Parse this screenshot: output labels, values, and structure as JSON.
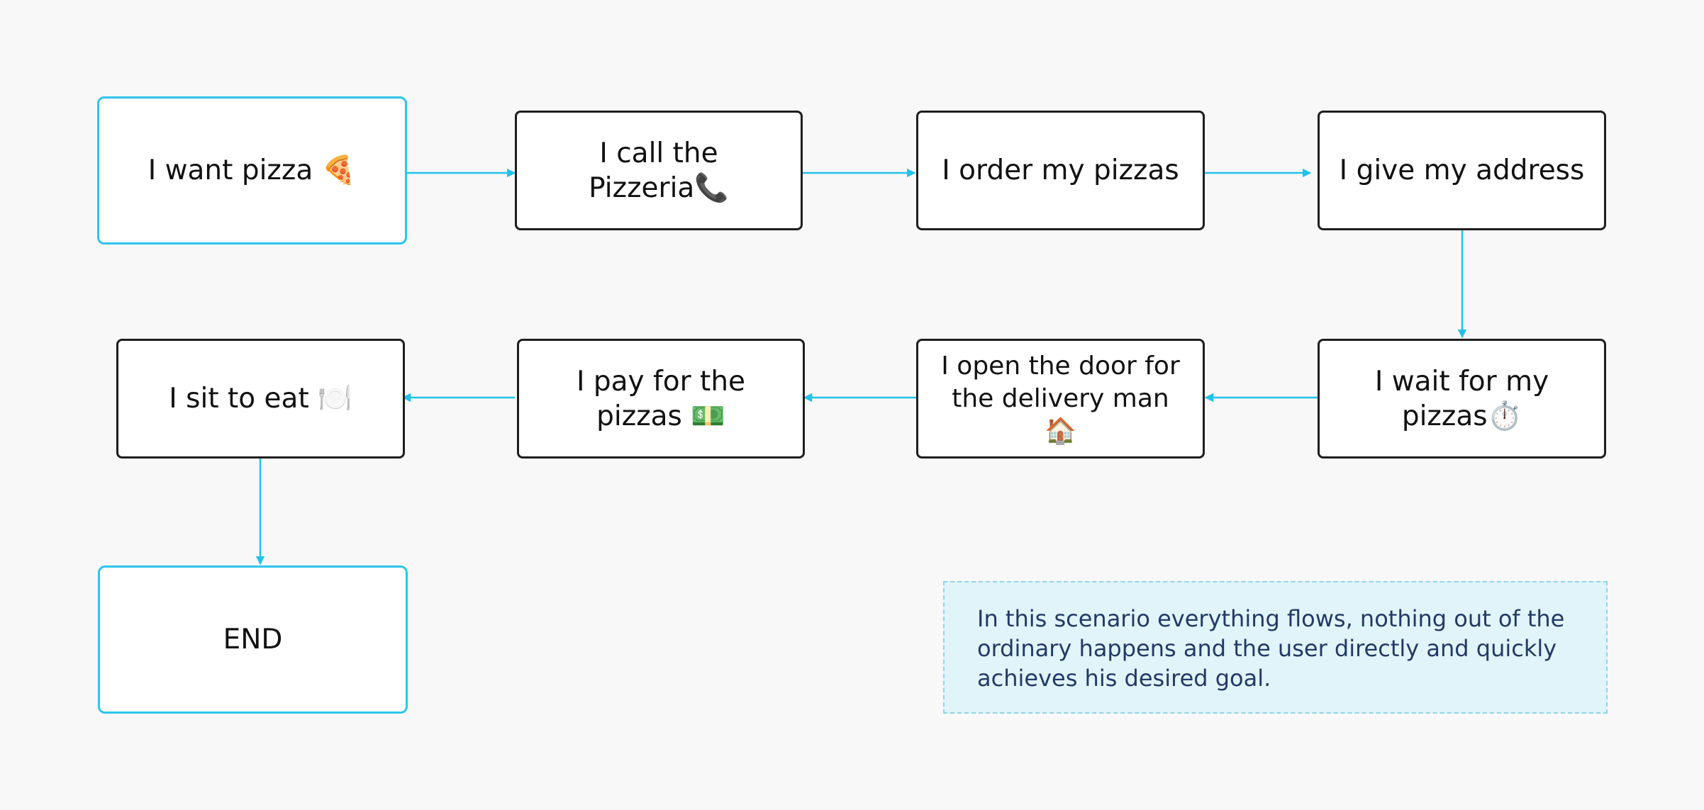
{
  "colors": {
    "background": "#f8f8f8",
    "node_border": "#1e1e1e",
    "terminal_border": "#2ec5ea",
    "connector": "#22c1e8",
    "note_fill": "#e1f4f9",
    "note_border": "#8fd4e6",
    "note_text": "#233a66"
  },
  "nodes": {
    "want_pizza": {
      "text": "I want pizza",
      "emoji": "🍕"
    },
    "call_pizzeria": {
      "text": "I call the\nPizzeria",
      "emoji": "📞"
    },
    "order_pizzas": {
      "text": "I order my pizzas",
      "emoji": ""
    },
    "give_address": {
      "text": "I give my address",
      "emoji": ""
    },
    "wait_pizzas": {
      "text": "I wait for my\npizzas",
      "emoji": "⏱️"
    },
    "open_door": {
      "text": "I open the door for\nthe delivery man",
      "emoji": "🏠"
    },
    "pay_pizzas": {
      "text": "I pay for the\npizzas",
      "emoji": "💵"
    },
    "sit_to_eat": {
      "text": "I sit to eat",
      "emoji": "🍽️"
    },
    "end": {
      "text": "END",
      "emoji": ""
    }
  },
  "note": {
    "text": "In this scenario everything flows, nothing out of the ordinary happens and the user directly and quickly achieves his desired goal."
  }
}
